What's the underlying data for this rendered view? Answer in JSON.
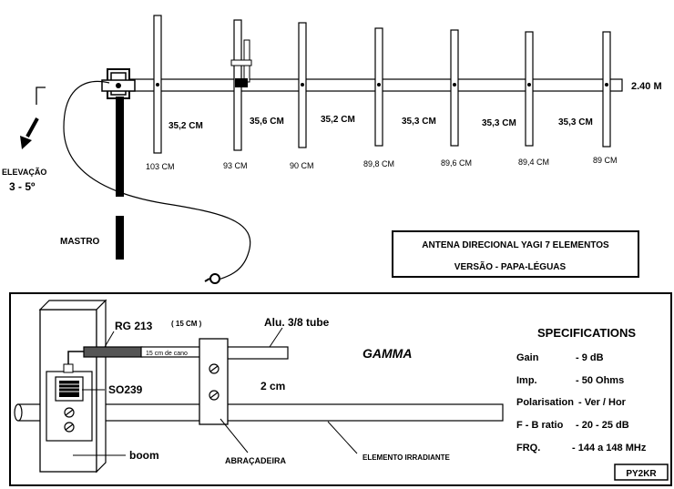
{
  "top": {
    "boom_length": "2.40 M",
    "spacings": [
      "35,2 CM",
      "35,6 CM",
      "35,2 CM",
      "35,3 CM",
      "35,3 CM",
      "35,3 CM"
    ],
    "element_lengths": [
      "103 CM",
      "93 CM",
      "90 CM",
      "89,8 CM",
      "89,6 CM",
      "89,4 CM",
      "89 CM"
    ],
    "elevation_label": "ELEVAÇÃO",
    "elevation_value": "3 - 5º",
    "mast_label": "MASTRO",
    "title_line1": "ANTENA DIRECIONAL YAGI 7 ELEMENTOS",
    "title_line2": "VERSÃO -    PAPA-LÉGUAS"
  },
  "detail": {
    "rg213": "RG 213",
    "rg213_len": "( 15 CM )",
    "cano": "15 cm de cano",
    "alu_tube": "Alu. 3/8 tube",
    "gamma": "GAMMA",
    "so239": "SO239",
    "two_cm": "2 cm",
    "boom": "boom",
    "abracadeira": "ABRAÇADEIRA",
    "elemento": "ELEMENTO IRRADIANTE"
  },
  "specs": {
    "title": "SPECIFICATIONS",
    "rows": [
      {
        "label": "Gain",
        "value": "- 9 dB"
      },
      {
        "label": "Imp.",
        "value": "- 50 Ohms"
      },
      {
        "label": "Polarisation",
        "value": "- Ver / Hor"
      },
      {
        "label": "F - B ratio",
        "value": "- 20 - 25 dB"
      },
      {
        "label": "FRQ.",
        "value": "- 144 a 148 MHz"
      }
    ],
    "callsign": "PY2KR"
  }
}
